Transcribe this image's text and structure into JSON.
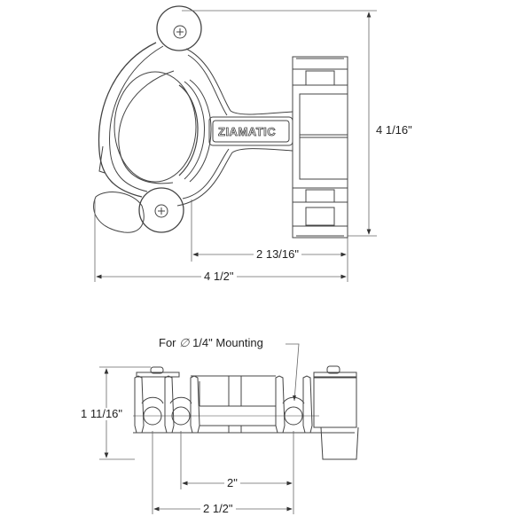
{
  "top_view": {
    "brand_logo": "ZIAMATIC",
    "dimensions": {
      "height": "4 1/16\"",
      "partial_width": "2 13/16\"",
      "overall_width": "4 1/2\""
    }
  },
  "side_view": {
    "callout": {
      "prefix": "For",
      "diameter_symbol": "∅",
      "text": "1/4\" Mounting"
    },
    "dimensions": {
      "height": "1 11/16\"",
      "hole_spacing": "2\"",
      "overall_width": "2 1/2\""
    }
  },
  "colors": {
    "line": "#444444",
    "dim_line": "#666666",
    "background": "#ffffff"
  }
}
